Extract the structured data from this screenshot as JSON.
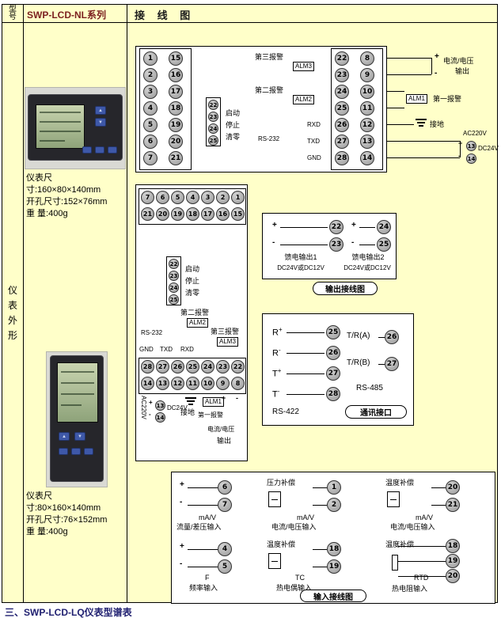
{
  "page": {
    "colors": {
      "table_bg": "#ffffc9",
      "series_text": "#7b1f1f",
      "footer_text": "#1f1f70",
      "button_blue": "#3e58a8",
      "lcd_green": "#a9bc8f"
    },
    "footer": "三、SWP-LCD-LQ仪表型谱表"
  },
  "header": {
    "model": "型号",
    "series": "SWP-LCD-NL系列",
    "title": "接 线 图"
  },
  "sidebar": {
    "label": "仪表外形"
  },
  "meter_h": {
    "specs": [
      "仪表尺寸:160×80×140mm",
      "开孔尺寸:152×76mm",
      "重 量:400g"
    ]
  },
  "meter_v": {
    "specs": [
      "仪表尺寸:80×160×140mm",
      "开孔尺寸:76×152mm",
      "重 量:400g"
    ]
  },
  "d1": {
    "colA": [
      "1",
      "2",
      "3",
      "4",
      "5",
      "6",
      "7"
    ],
    "colB": [
      "15",
      "16",
      "17",
      "18",
      "19",
      "20",
      "21"
    ],
    "ctrl": [
      "22",
      "23",
      "24",
      "25"
    ],
    "ctrl_labels": [
      "启动",
      "停止",
      "清零"
    ],
    "colC": [
      "22",
      "23",
      "24",
      "25",
      "26",
      "27",
      "28"
    ],
    "colD": [
      "8",
      "9",
      "10",
      "11",
      "12",
      "13",
      "14"
    ],
    "alm3_label": "第三报警",
    "alm3": "ALM3",
    "alm2_label": "第二报警",
    "alm2": "ALM2",
    "rxd": "RXD",
    "rs232": "RS-232",
    "txd": "TXD",
    "gnd": "GND",
    "plus": "+",
    "minus": "-",
    "out_line1": "电流/电压",
    "out_line2": "输出",
    "alm1": "ALM1",
    "alm1_label": "第一报警",
    "ground": "接地",
    "ac": "AC220V",
    "dc": "DC24V",
    "dc_terms": [
      "13",
      "14"
    ]
  },
  "d2": {
    "row1": [
      "7",
      "6",
      "5",
      "4",
      "3",
      "2",
      "1"
    ],
    "row2": [
      "21",
      "20",
      "19",
      "18",
      "17",
      "16",
      "15"
    ],
    "ctrl": [
      "22",
      "23",
      "24",
      "25"
    ],
    "ctrl_labels": [
      "启动",
      "停止",
      "清零"
    ],
    "alm2_label": "第二报警",
    "alm2": "ALM2",
    "alm3_label": "第三报警",
    "alm3": "ALM3",
    "rs232": "RS-232",
    "gnd": "GND",
    "txd": "TXD",
    "rxd": "RXD",
    "row3": [
      "28",
      "27",
      "26",
      "25",
      "24",
      "23",
      "22"
    ],
    "row4": [
      "14",
      "13",
      "12",
      "11",
      "10",
      "9",
      "8"
    ],
    "ac": "AC220V",
    "dc": "DC24V",
    "dc_terms": [
      "13",
      "14"
    ],
    "plus": "+",
    "minus": "-",
    "ground": "接地",
    "alm1": "ALM1",
    "alm1_label": "第一报警",
    "out_line1": "电流/电压",
    "out_line2": "输出"
  },
  "d3": {
    "g1": {
      "plus": "+",
      "minus": "-",
      "terms": [
        "22",
        "23"
      ],
      "name": "馈电输出1",
      "spec": "DC24V或DC12V"
    },
    "g2": {
      "plus": "+",
      "minus": "-",
      "terms": [
        "24",
        "25"
      ],
      "name": "馈电输出2",
      "spec": "DC24V或DC12V"
    },
    "caption": "输出接线图"
  },
  "d4": {
    "rs422_pins": [
      {
        "sig": "R",
        "pol": "+",
        "n": "25"
      },
      {
        "sig": "R",
        "pol": "-",
        "n": "26"
      },
      {
        "sig": "T",
        "pol": "+",
        "n": "27"
      },
      {
        "sig": "T",
        "pol": "-",
        "n": "28"
      }
    ],
    "rs422": "RS-422",
    "a": {
      "label": "T/R(A)",
      "n": "26"
    },
    "b": {
      "label": "T/R(B)",
      "n": "27"
    },
    "rs485": "RS-485",
    "caption": "通讯接口"
  },
  "d5": {
    "groups": [
      {
        "top": "",
        "plus": "+",
        "minus": "-",
        "terms": [
          "6",
          "7"
        ],
        "type": "mA/V",
        "name": "流量/差压输入"
      },
      {
        "top": "压力补偿",
        "terms": [
          "1",
          "2"
        ],
        "type": "mA/V",
        "name": "电流/电压输入"
      },
      {
        "top": "温度补偿",
        "terms": [
          "20",
          "21"
        ],
        "type": "mA/V",
        "name": "电流/电压输入"
      },
      {
        "top": "",
        "plus": "+",
        "minus": "-",
        "terms": [
          "4",
          "5"
        ],
        "type": "F",
        "name": "频率输入"
      },
      {
        "top": "温度补偿",
        "terms": [
          "18",
          "19"
        ],
        "type": "TC",
        "name": "热电偶输入"
      },
      {
        "top": "温度补偿",
        "terms": [
          "18",
          "19",
          "20"
        ],
        "type": "RTD",
        "name": "热电阻输入"
      }
    ],
    "caption": "输入接线图"
  }
}
